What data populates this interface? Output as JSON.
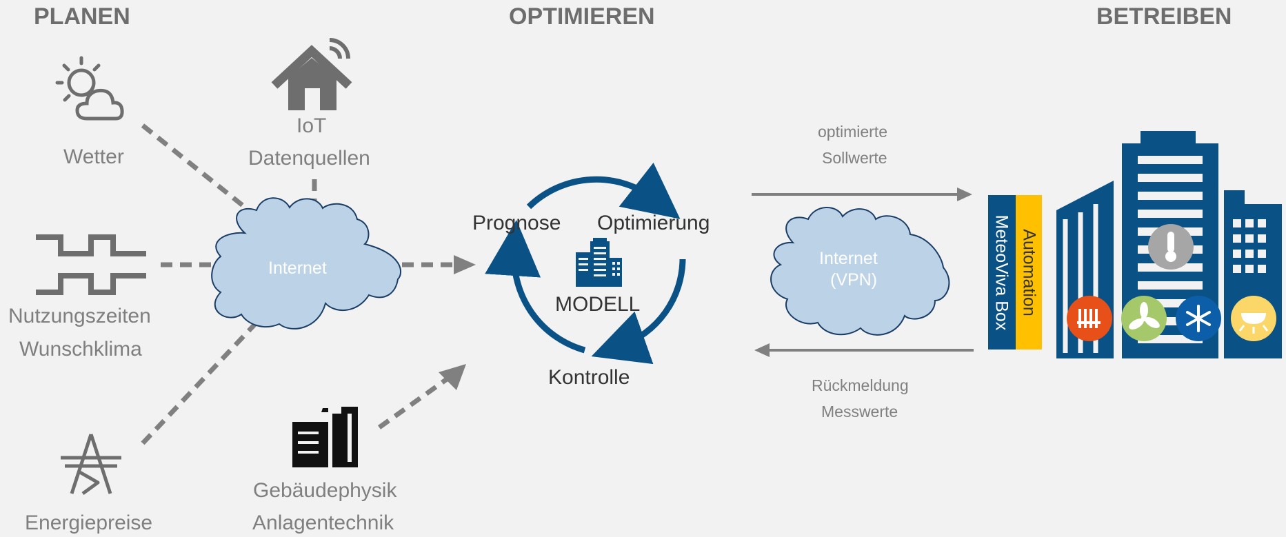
{
  "headers": {
    "plan": "PLANEN",
    "optimize": "OPTIMIEREN",
    "operate": "BETREIBEN"
  },
  "sources": {
    "weather": "Wetter",
    "iot_line1": "IoT",
    "iot_line2": "Datenquellen",
    "usage_line1": "Nutzungszeiten",
    "usage_line2": "Wunschklima",
    "energy": "Energiepreise",
    "physics_line1": "Gebäudephysik",
    "physics_line2": "Anlagentechnik"
  },
  "cloud_left": {
    "label": "Internet"
  },
  "cycle": {
    "prognose": "Prognose",
    "optimierung": "Optimierung",
    "modell": "MODELL",
    "kontrolle": "Kontrolle"
  },
  "flow": {
    "top_line1": "optimierte",
    "top_line2": "Sollwerte",
    "bottom_line1": "Rückmeldung",
    "bottom_line2": "Messwerte"
  },
  "cloud_right": {
    "line1": "Internet",
    "line2": "(VPN)"
  },
  "box": {
    "meteoviva": "MeteoViva Box",
    "automation": "Automation"
  },
  "colors": {
    "background": "#f2f2f2",
    "navy": "#0a5186",
    "cloud_fill": "#bcd2e6",
    "cloud_stroke": "#1a3d66",
    "yellow": "#ffc000",
    "red": "#e8501a",
    "green": "#a4c86a",
    "blue_dark": "#0d5ea8",
    "yellow_light": "#fad768",
    "gray_icon": "#6e6e6e"
  },
  "icons": [
    "sun-cloud-icon",
    "smart-home-icon",
    "square-wave-icon",
    "power-tower-icon",
    "buildings-icon",
    "model-building-icon",
    "target-building-icon",
    "thermometer-icon",
    "radiator-icon",
    "fan-icon",
    "snowflake-icon",
    "light-icon"
  ]
}
